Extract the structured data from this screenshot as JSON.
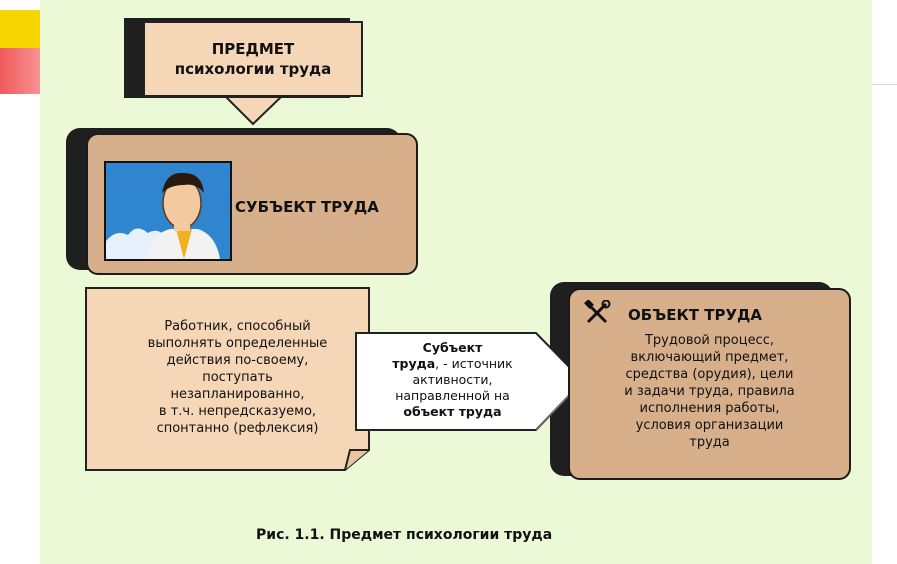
{
  "title_box": {
    "line1": "ПРЕДМЕТ",
    "line2": "психологии труда"
  },
  "subject": {
    "label": "СУБЪЕКТ ТРУДА",
    "portrait_icon": "worker-portrait-icon"
  },
  "note": {
    "lines": [
      "Работник, способный",
      "выполнять определенные",
      "действия по-своему,",
      "поступать",
      "незапланированно,",
      "в т.ч. непредсказуемо,",
      "спонтанно (рефлексия)"
    ]
  },
  "arrow": {
    "bold1": "Субъект",
    "bold2": "труда",
    "rest2": ", - источник",
    "line3": "активности,",
    "line4": "направленной на",
    "bold5": "объект труда"
  },
  "object": {
    "title": "ОБЪЕКТ ТРУДА",
    "icon": "tools-icon",
    "lines": [
      "Трудовой процесс,",
      "включающий предмет,",
      "средства (орудия), цели",
      "и задачи труда, правила",
      "исполнения работы,",
      "условия организации",
      "труда"
    ]
  },
  "caption": "Рис. 1.1. Предмет психологии труда",
  "colors": {
    "background": "#ebf9d6",
    "box_light": "#f5d7b8",
    "box_brown": "#d7b08b",
    "shadow": "#1f1f1f"
  }
}
